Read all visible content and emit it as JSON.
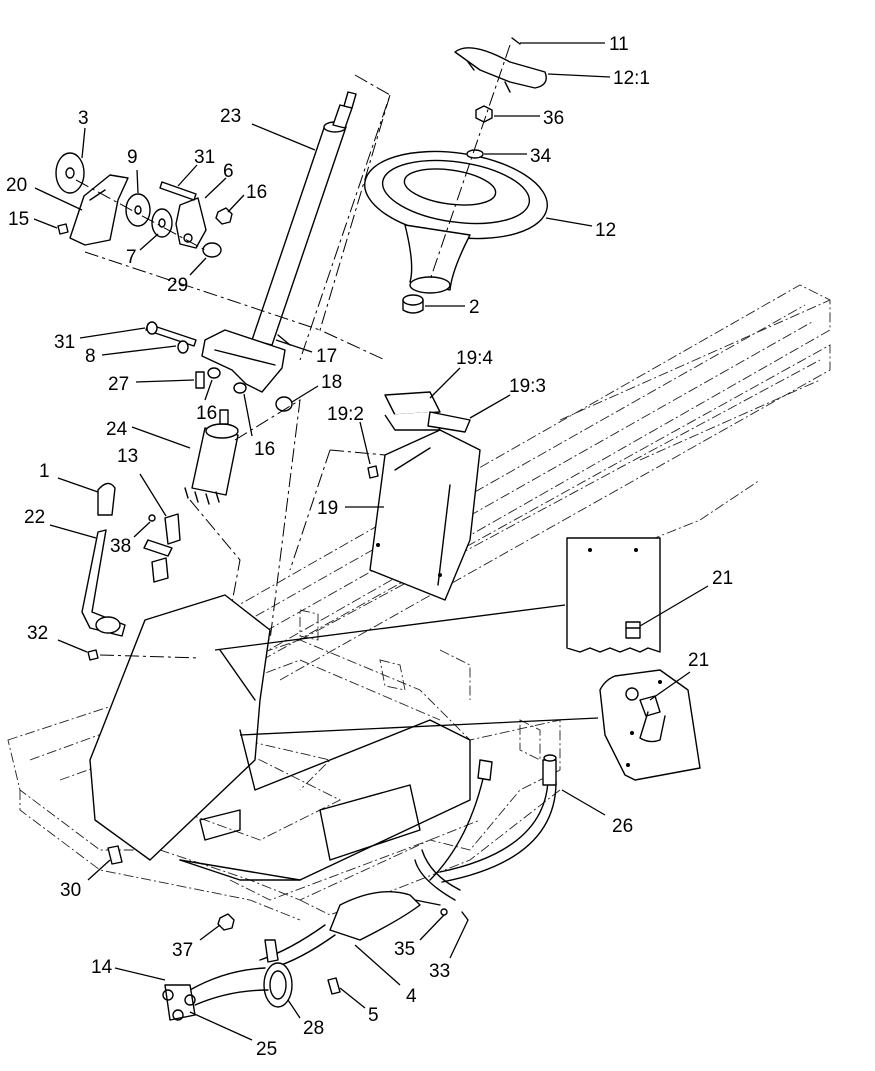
{
  "callouts": [
    "11",
    "12:1",
    "36",
    "34",
    "12",
    "2",
    "23",
    "3",
    "9",
    "31",
    "6",
    "20",
    "16",
    "15",
    "7",
    "29",
    "31",
    "8",
    "17",
    "27",
    "16",
    "18",
    "16",
    "24",
    "19:4",
    "19:3",
    "19:2",
    "19",
    "1",
    "13",
    "22",
    "38",
    "21",
    "32",
    "21",
    "26",
    "30",
    "37",
    "35",
    "33",
    "4",
    "14",
    "28",
    "5",
    "25"
  ]
}
